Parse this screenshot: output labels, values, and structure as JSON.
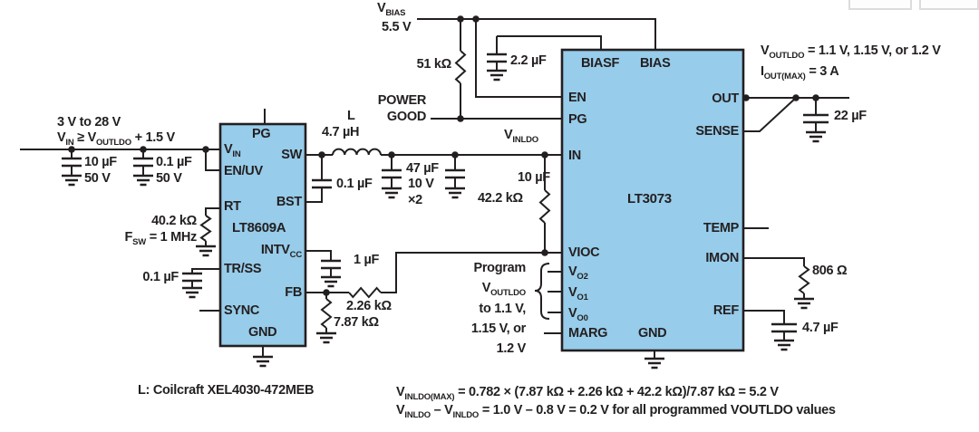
{
  "colors": {
    "background": "#FFFFFF",
    "chip_fill": "#97CCEA",
    "chip_stroke": "#231F20",
    "wire": "#231F20",
    "text": "#231F20",
    "fragment_border": "#DCDCDC"
  },
  "chips": {
    "buck": {
      "name": "LT8609A",
      "pins": {
        "pg": "PG",
        "vin": [
          {
            "t": "V"
          },
          {
            "s": "IN"
          }
        ],
        "enuv": "EN/UV",
        "rt": "RT",
        "trss": "TR/SS",
        "sync": "SYNC",
        "gnd": "GND",
        "sw": "SW",
        "bst": "BST",
        "intvcc": [
          {
            "t": "INTV"
          },
          {
            "s": "CC"
          }
        ],
        "fb": "FB"
      }
    },
    "ldo": {
      "name": "LT3073",
      "pins": {
        "biasf": "BIASF",
        "bias": "BIAS",
        "en": "EN",
        "pg": "PG",
        "in": "IN",
        "vioc": "VIOC",
        "vo2": [
          {
            "t": "V"
          },
          {
            "s": "O2"
          }
        ],
        "vo1": [
          {
            "t": "V"
          },
          {
            "s": "O1"
          }
        ],
        "vo0": [
          {
            "t": "V"
          },
          {
            "s": "O0"
          }
        ],
        "marg": "MARG",
        "gnd": "GND",
        "out": "OUT",
        "sense": "SENSE",
        "temp": "TEMP",
        "imon": "IMON",
        "ref": "REF"
      }
    }
  },
  "labels": {
    "input_range": "3 V to 28 V",
    "input_cond": [
      {
        "t": "V"
      },
      {
        "s": "IN"
      },
      {
        "t": " ≥ V"
      },
      {
        "s": "OUTLDO"
      },
      {
        "t": " + 1.5 V"
      }
    ],
    "cin1": "10 µF",
    "cin1_v": "50 V",
    "cin2": "0.1 µF",
    "cin2_v": "50 V",
    "rt_res": "40.2 kΩ",
    "fsw": [
      {
        "t": "F"
      },
      {
        "s": "SW"
      },
      {
        "t": " = 1 MHz"
      }
    ],
    "trss_cap": "0.1 µF",
    "ind_ref": "L",
    "ind_val": "4.7 µH",
    "power1": "POWER",
    "power2": "GOOD",
    "bst_cap": "0.1 µF",
    "cout1": "47 µF",
    "cout1_v": "10 V",
    "cout1_x": "×2",
    "cout2": "10 µF",
    "vioc_res": "42.2 kΩ",
    "vinldo": [
      {
        "t": "V"
      },
      {
        "s": "INLDO"
      }
    ],
    "intvcc_cap": "1 µF",
    "fb_res1": "2.26 kΩ",
    "fb_res2": "7.87 kΩ",
    "vbias": [
      {
        "t": "V"
      },
      {
        "s": "BIAS"
      }
    ],
    "vbias_v": "5.5 V",
    "pullup_res": "51 kΩ",
    "bias_cap": "2.2 µF",
    "prog1": "Program",
    "prog2": [
      {
        "t": "V"
      },
      {
        "s": "OUTLDO"
      }
    ],
    "prog3": "to 1.1 V,",
    "prog4": "1.15 V, or",
    "prog5": "1.2 V",
    "out_spec1": [
      {
        "t": "V"
      },
      {
        "s": "OUTLDO"
      },
      {
        "t": " = 1.1 V, 1.15 V, or 1.2 V"
      }
    ],
    "out_spec2": [
      {
        "t": "I"
      },
      {
        "s": "OUT(MAX)"
      },
      {
        "t": " = 3 A"
      }
    ],
    "cout_ldo": "22 µF",
    "imon_res": "806 Ω",
    "ref_cap": "4.7 µF",
    "inductor_note": "L: Coilcraft XEL4030-472MEB",
    "formula1": [
      {
        "t": "V"
      },
      {
        "s": "INLDO(MAX)"
      },
      {
        "t": " = 0.782 × (7.87 kΩ + 2.26 kΩ + 42.2 kΩ)/7.87 kΩ = 5.2 V"
      }
    ],
    "formula2": [
      {
        "t": "V"
      },
      {
        "s": "INLDO"
      },
      {
        "t": " – V"
      },
      {
        "s": "INLDO"
      },
      {
        "t": " = 1.0 V – 0.8 V = 0.2 V for all programmed VOUTLDO values"
      }
    ]
  }
}
